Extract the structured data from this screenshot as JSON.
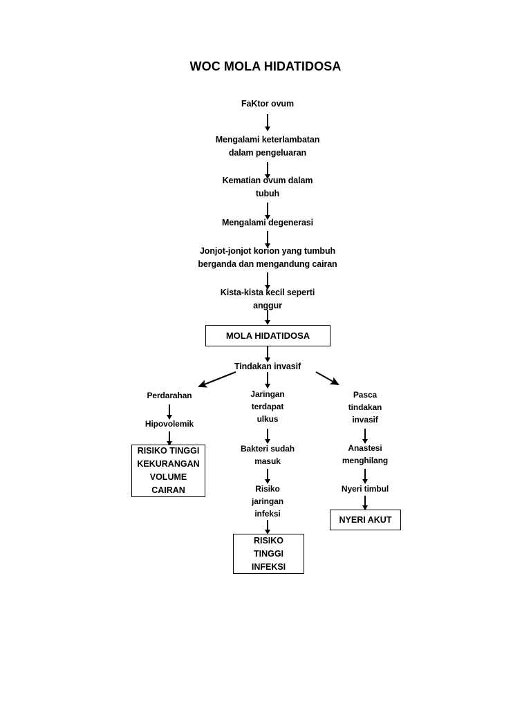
{
  "document": {
    "title": "WOC MOLA HIDATIDOSA",
    "type": "flowchart",
    "language": "id"
  },
  "chain_main": {
    "n1": "FaKtor ovum",
    "n2": "Mengalami keterlambatan\ndalam pengeluaran",
    "n3": "Kematian ovum dalam\ntubuh",
    "n4": "Mengalami degenerasi",
    "n5": "Jonjot-jonjot korion yang tumbuh\nberganda dan mengandung cairan",
    "n6": "Kista-kista kecil seperti\nanggur",
    "n7_box": "MOLA HIDATIDOSA",
    "n8": "Tindakan invasif"
  },
  "branch_left": {
    "n1": "Perdarahan",
    "n2": "Hipovolemik",
    "n3_box": "RISIKO TINGGI\nKEKURANGAN\nVOLUME\nCAIRAN"
  },
  "branch_center": {
    "n1": "Jaringan\nterdapat\nulkus",
    "n2": "Bakteri sudah\nmasuk",
    "n3": "Risiko\njaringan\ninfeksi",
    "n4_box": "RISIKO\nTINGGI\nINFEKSI"
  },
  "branch_right": {
    "n1": "Pasca\ntindakan\ninvasif",
    "n2": "Anastesi\nmenghilang",
    "n3": "Nyeri timbul",
    "n4_box": "NYERI AKUT"
  },
  "colors": {
    "background": "#ffffff",
    "ink": "#000000",
    "box_border": "#000000"
  }
}
